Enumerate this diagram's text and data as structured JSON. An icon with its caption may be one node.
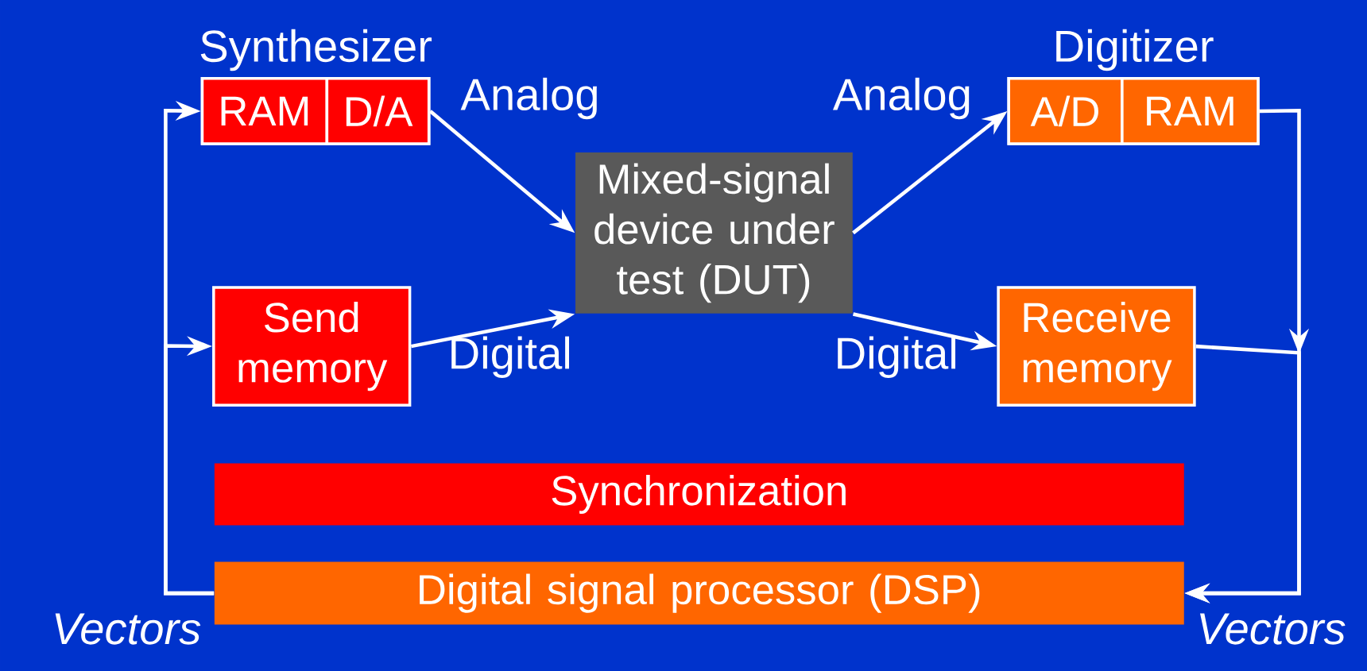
{
  "diagram": {
    "nodes": [
      {
        "text": [
          "Synthesizer"
        ]
      },
      {
        "text": [
          "RAM"
        ],
        "in": 0
      },
      {
        "text": [
          "D/A"
        ],
        "in": 0
      },
      {
        "text": [
          "Digitizer"
        ]
      },
      {
        "text": [
          "A/D"
        ],
        "in": 3
      },
      {
        "text": [
          "RAM"
        ],
        "in": 3
      },
      {
        "text": [
          "Send memory"
        ]
      },
      {
        "text": [
          "Mixed-signal device under test (DUT)"
        ]
      },
      {
        "text": [
          "Receive memory"
        ]
      },
      {
        "text": [
          "Synchronization"
        ]
      },
      {
        "text": [
          "Digital signal processor (DSP)"
        ]
      }
    ],
    "edges": [
      {
        "from": 2,
        "to": 7,
        "arrow": "to",
        "label": "Analog"
      },
      {
        "from": 6,
        "to": 7,
        "arrow": "to",
        "label": "Digital"
      },
      {
        "from": 7,
        "to": 4,
        "arrow": "to",
        "label": "Analog"
      },
      {
        "from": 7,
        "to": 8,
        "arrow": "to",
        "label": "Digital"
      },
      {
        "from": 10,
        "to": 1,
        "arrow": "to"
      },
      {
        "from": 10,
        "to": 6,
        "arrow": "to"
      },
      {
        "from": 5,
        "to": 10,
        "arrow": "to"
      },
      {
        "from": 8,
        "to": 10,
        "arrow": "to"
      }
    ],
    "labels": [
      "Vectors",
      "Vectors"
    ]
  }
}
